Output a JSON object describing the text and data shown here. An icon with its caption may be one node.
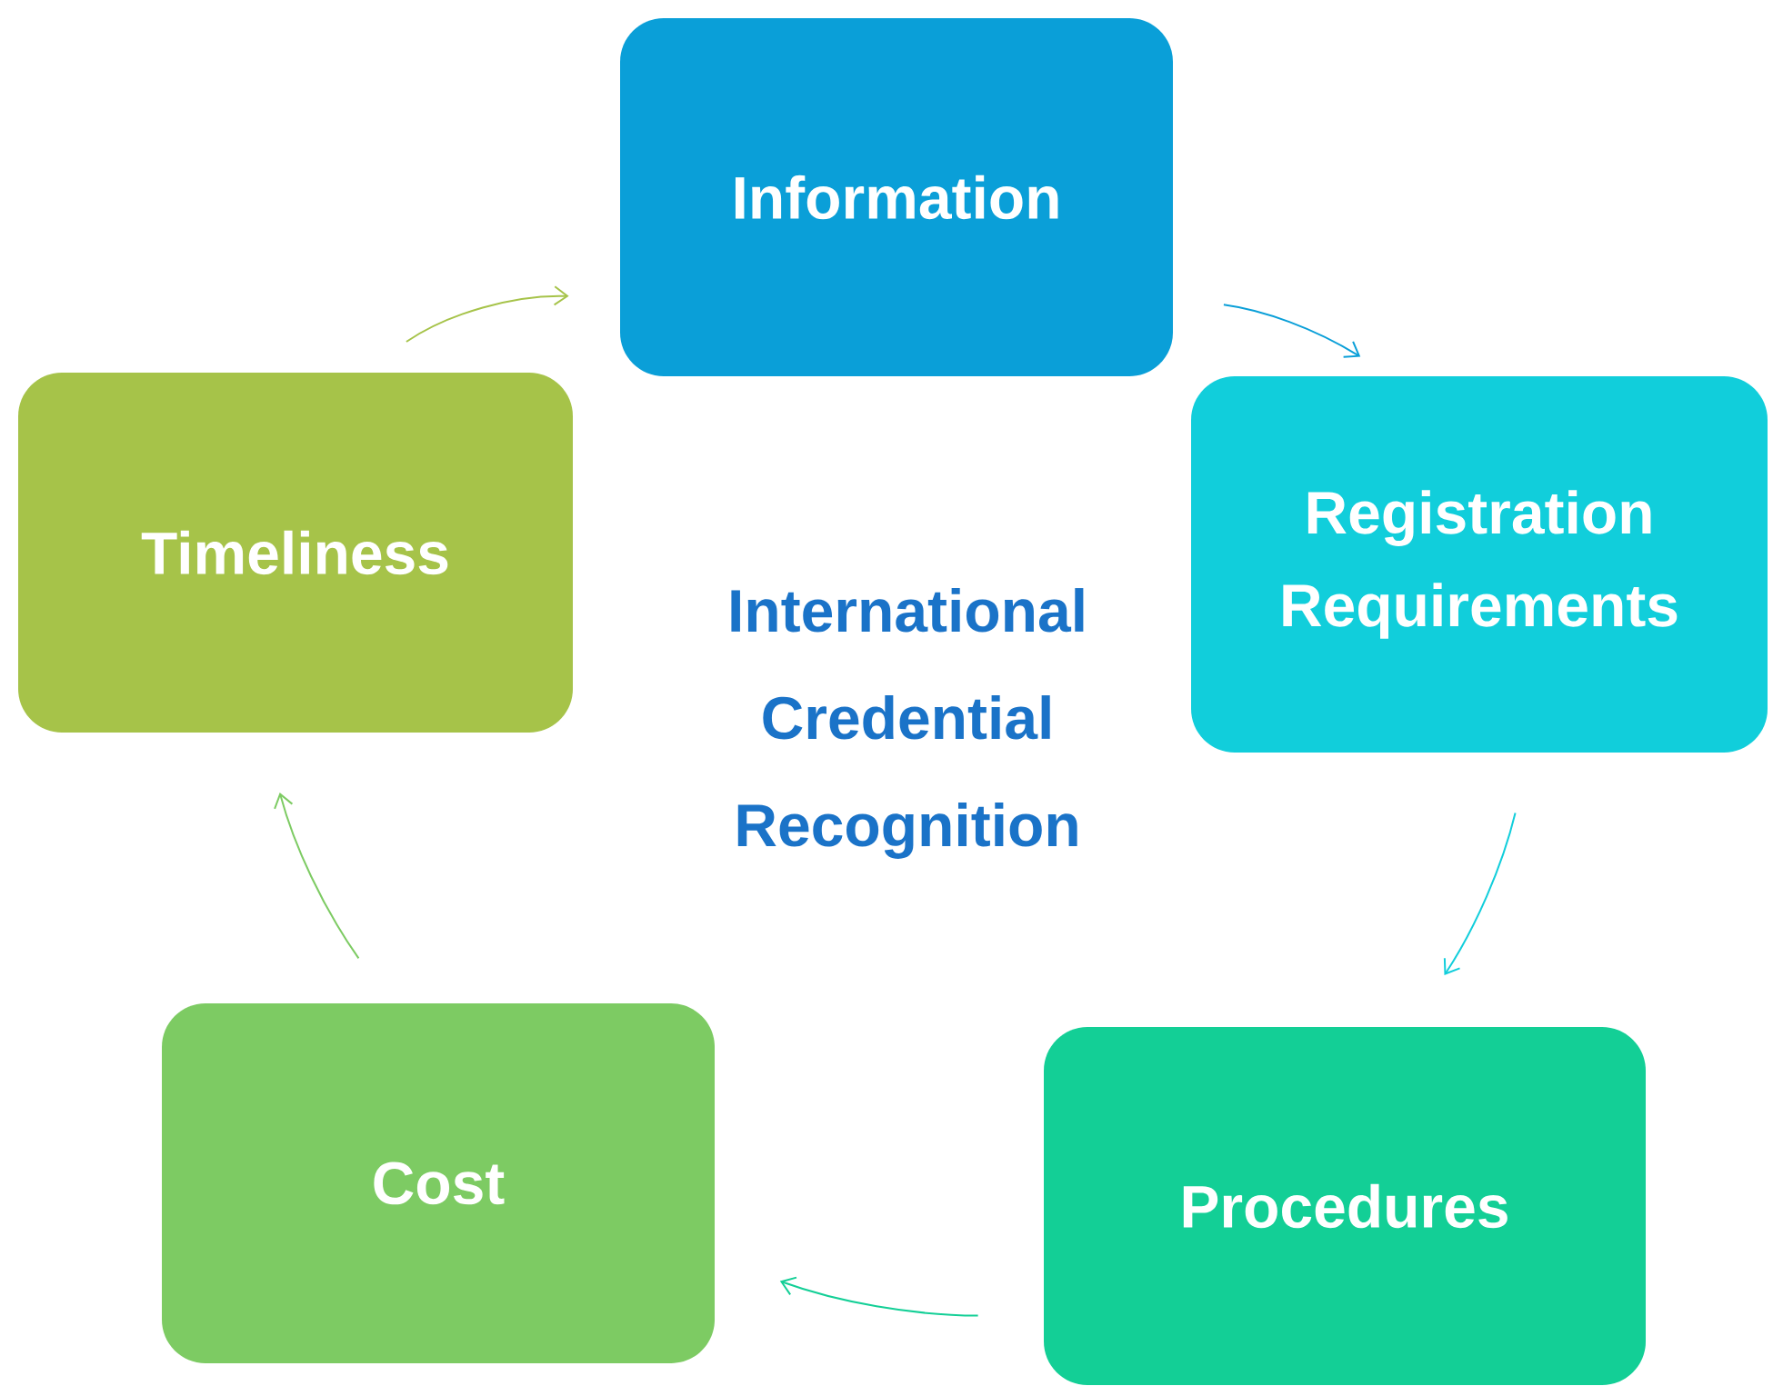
{
  "diagram": {
    "nodes": [
      {
        "text": [
          "Information"
        ]
      },
      {
        "text": [
          "Registration Requirements"
        ]
      },
      {
        "text": [
          "Procedures"
        ]
      },
      {
        "text": [
          "Cost"
        ]
      },
      {
        "text": [
          "Timeliness"
        ]
      }
    ],
    "edges": [
      {
        "from": 4,
        "to": 0,
        "arrow": "to",
        "color": "#a6c349"
      },
      {
        "from": 0,
        "to": 1,
        "arrow": "to",
        "color": "#0a9fd8"
      },
      {
        "from": 1,
        "to": 2,
        "arrow": "to",
        "color": "#11cedb"
      },
      {
        "from": 2,
        "to": 3,
        "arrow": "to",
        "color": "#13cf96"
      },
      {
        "from": 3,
        "to": 4,
        "arrow": "to",
        "color": "#7dcb63"
      }
    ],
    "labels": [
      "International Credential Recognition"
    ]
  }
}
